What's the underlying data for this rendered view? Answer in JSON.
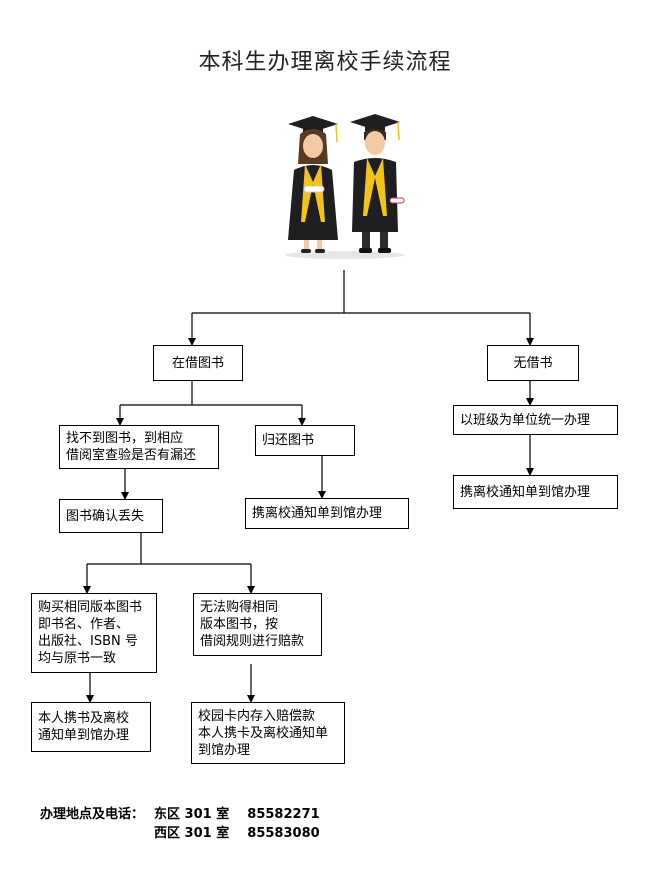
{
  "title": "本科生办理离校手续流程",
  "nodes": {
    "has_books": "在借图书",
    "no_books": "无借书",
    "not_found": "找不到图书，到相应\n借阅室查验是否有漏还",
    "return_books": "归还图书",
    "class_unit": "以班级为单位统一办理",
    "confirm_lost": "图书确认丢失",
    "bring_notice_a": "携离校通知单到馆办理",
    "bring_notice_b": "携离校通知单到馆办理",
    "buy_same": "购买相同版本图书\n即书名、作者、\n出版社、ISBN 号\n均与原书一致",
    "cannot_buy": " 无法购得相同\n 版本图书，按\n借阅规则进行赔款",
    "bring_book_notice": "本人携书及离校\n通知单到馆办理",
    "card_deposit": "校园卡内存入赔偿款\n本人携卡及离校通知单\n到馆办理"
  },
  "footer": {
    "label": "办理地点及电话：",
    "east": "东区 301 室    85582271",
    "west": "西区 301 室    85583080"
  },
  "colors": {
    "gown": "#1f1f22",
    "stole": "#f2c318",
    "skin": "#f4c9a3",
    "hair_female": "#5a3a22",
    "hair_male": "#3a2a1c"
  }
}
